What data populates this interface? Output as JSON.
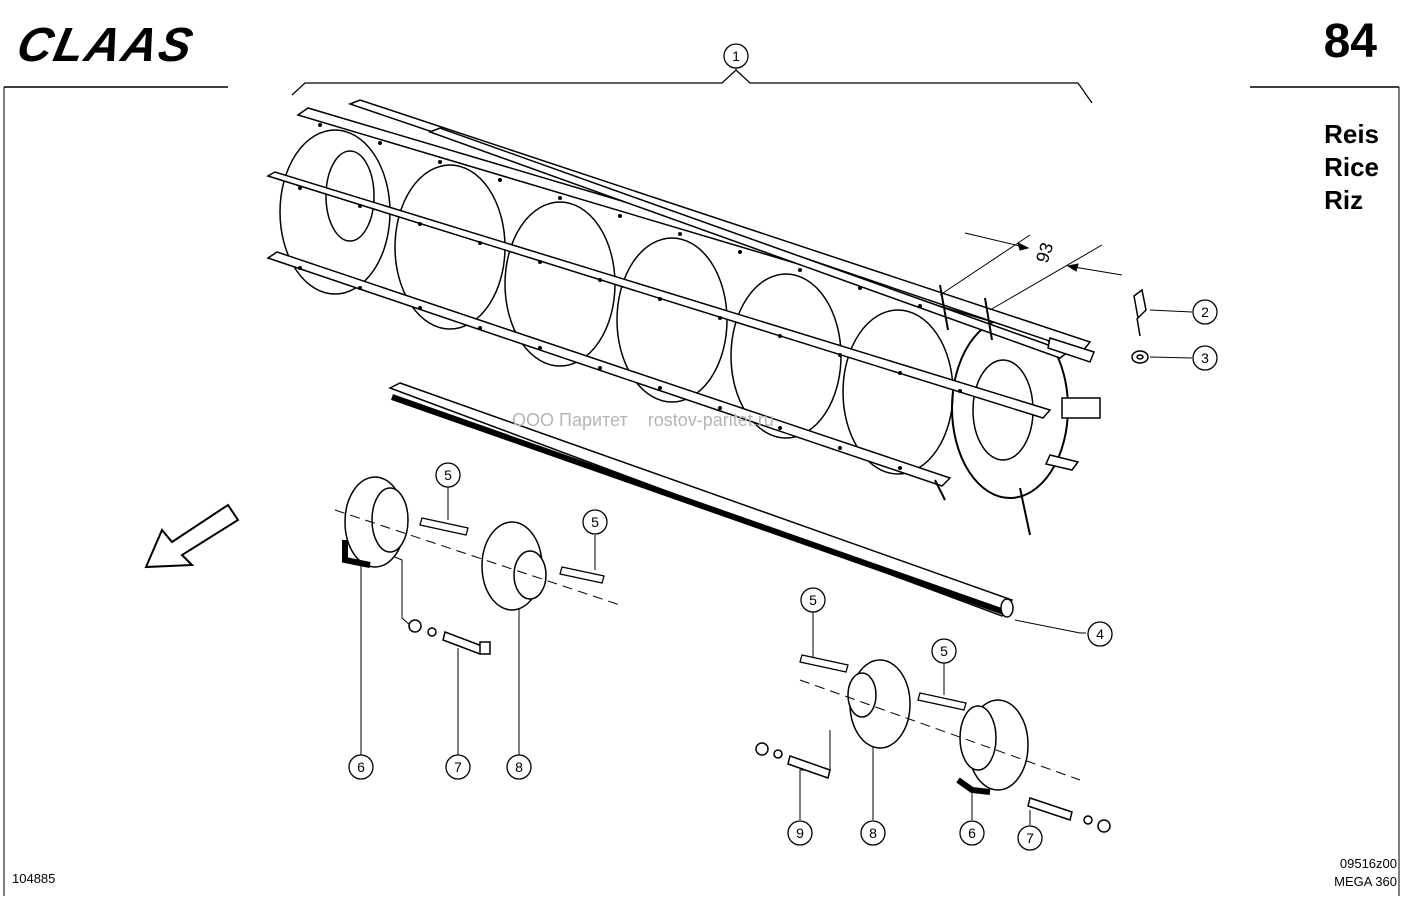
{
  "header": {
    "brand_logo": "CLAAS",
    "page_number": "84",
    "crop_labels": [
      "Reis",
      "Rice",
      "Riz"
    ]
  },
  "footer": {
    "document_number": "104885",
    "drawing_code": "09516z00",
    "model": "MEGA 360"
  },
  "watermark": {
    "company": "ООО Паритет",
    "site": "rostov-paritet.ru"
  },
  "dimension_label": "93",
  "callouts": [
    {
      "number": "1"
    },
    {
      "number": "2"
    },
    {
      "number": "3"
    },
    {
      "number": "4"
    },
    {
      "number": "5"
    },
    {
      "number": "5"
    },
    {
      "number": "5"
    },
    {
      "number": "5"
    },
    {
      "number": "6"
    },
    {
      "number": "7"
    },
    {
      "number": "8"
    },
    {
      "number": "9"
    },
    {
      "number": "8"
    },
    {
      "number": "6"
    },
    {
      "number": "7"
    }
  ]
}
